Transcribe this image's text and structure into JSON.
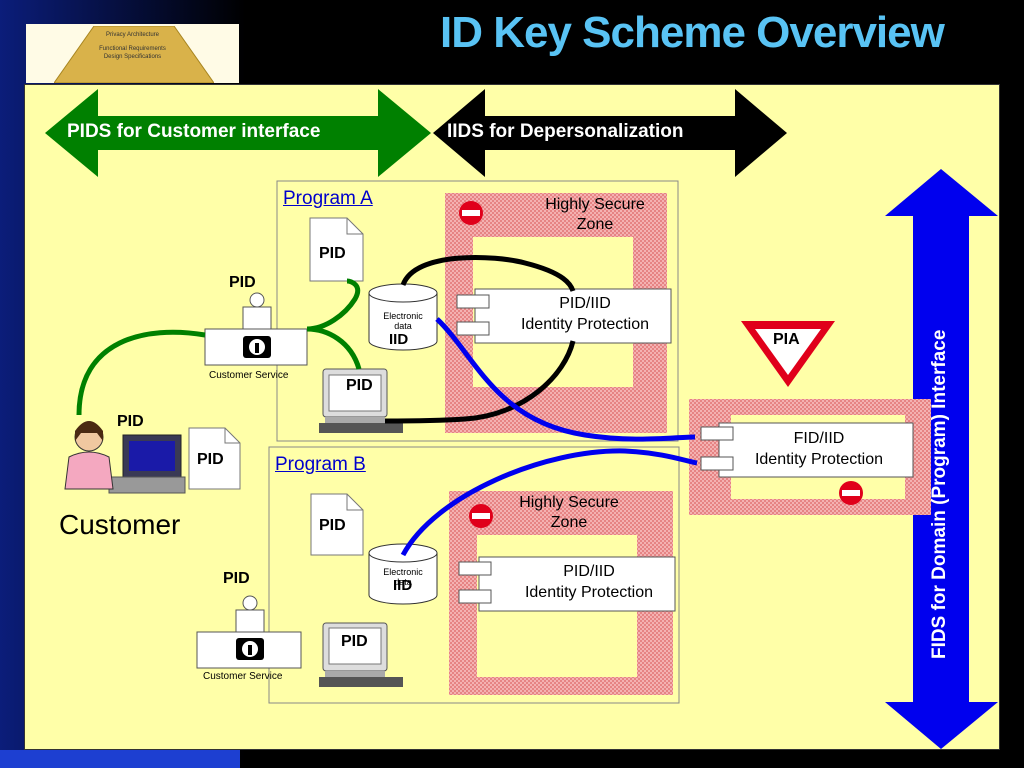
{
  "title": "ID Key Scheme Overview",
  "thumbnail": {
    "line1": "Privacy Architecture",
    "line2": "Functional Requirements",
    "line3": "Design Specifications"
  },
  "arrows": {
    "pids": "PIDS for Customer interface",
    "iids": "IIDS for Depersonalization",
    "fids": "FIDS for Domain (Program) Interface"
  },
  "program_a": {
    "title": "Program A",
    "zone": [
      "Highly Secure",
      "Zone"
    ],
    "protection": [
      "PID/IID",
      "Identity Protection"
    ],
    "pid_doc": "PID",
    "terminal_pid": "PID",
    "db_label": [
      "Electronic",
      "data"
    ],
    "db_iid": "IID",
    "cs_pid": "PID",
    "cs_label": "Customer Service"
  },
  "program_b": {
    "title": "Program  B",
    "zone": [
      "Highly Secure",
      "Zone"
    ],
    "protection": [
      "PID/IID",
      "Identity Protection"
    ],
    "pid_doc": "PID",
    "terminal_pid": "PID",
    "db_label": [
      "Electronic",
      "data"
    ],
    "db_iid": "IID",
    "cs_pid": "PID",
    "cs_label": "Customer Service"
  },
  "customer": {
    "label": "Customer",
    "pid": "PID",
    "doc_pid": "PID"
  },
  "pia": {
    "label": "PIA"
  },
  "domain": {
    "protection": [
      "FID/IID",
      "Identity Protection"
    ]
  },
  "colors": {
    "green_arrow": "#008000",
    "black_arrow": "#000000",
    "blue_arrow": "#0000ee",
    "stage": "#ffffa8",
    "zone_hatch": "#f2a0a0",
    "no_entry": "#e0001a",
    "title": "#59c3f4"
  }
}
